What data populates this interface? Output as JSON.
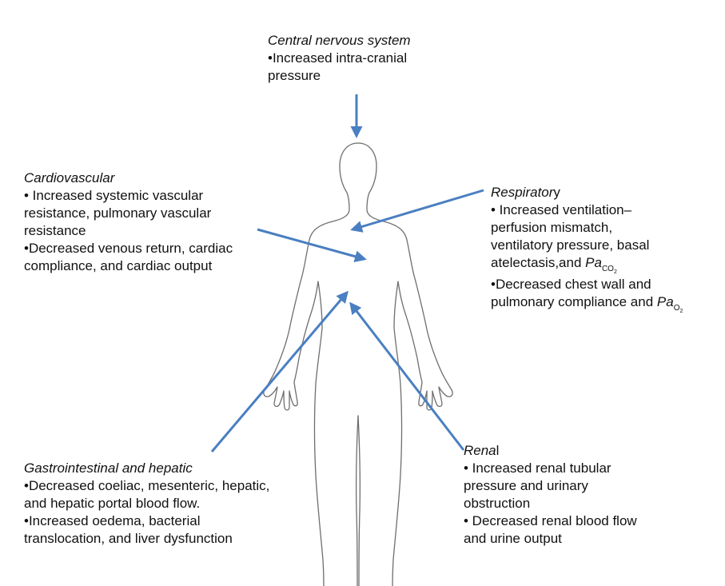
{
  "cns": {
    "title": "Central nervous system",
    "lines": [
      "•Increased intra-cranial",
      "pressure"
    ]
  },
  "cardio": {
    "title": "Cardiovascular",
    "lines": [
      "• Increased systemic vascular",
      "resistance, pulmonary vascular",
      "resistance",
      "•Decreased venous return, cardiac",
      "compliance, and cardiac output"
    ]
  },
  "resp": {
    "title_italic": "Respirator",
    "title_rest": "y",
    "lines": [
      "• Increased ventilation–",
      "perfusion mismatch,",
      "ventilatory pressure, basal"
    ],
    "line4_pre": "atelectasis,and ",
    "line4_sym": "Pa",
    "line4_sub": "CO",
    "line4_subsub": "2",
    "line5": "•Decreased chest wall and",
    "line6_pre": "pulmonary compliance and ",
    "line6_sym": "Pa",
    "line6_sub": "O",
    "line6_subsub": "2"
  },
  "gi": {
    "title": "Gastrointestinal and hepatic",
    "lines": [
      "•Decreased coeliac, mesenteric, hepatic,",
      "and hepatic portal blood flow.",
      "•Increased oedema, bacterial",
      "translocation, and liver dysfunction"
    ]
  },
  "renal": {
    "title_italic": "Rena",
    "title_rest": "l",
    "lines": [
      "• Increased renal tubular",
      "pressure and urinary",
      "obstruction",
      "• Decreased renal blood flow",
      "and urine output"
    ]
  },
  "colors": {
    "arrow": "#4a7fc1",
    "outline": "#6e6e6e",
    "text": "#111111"
  }
}
